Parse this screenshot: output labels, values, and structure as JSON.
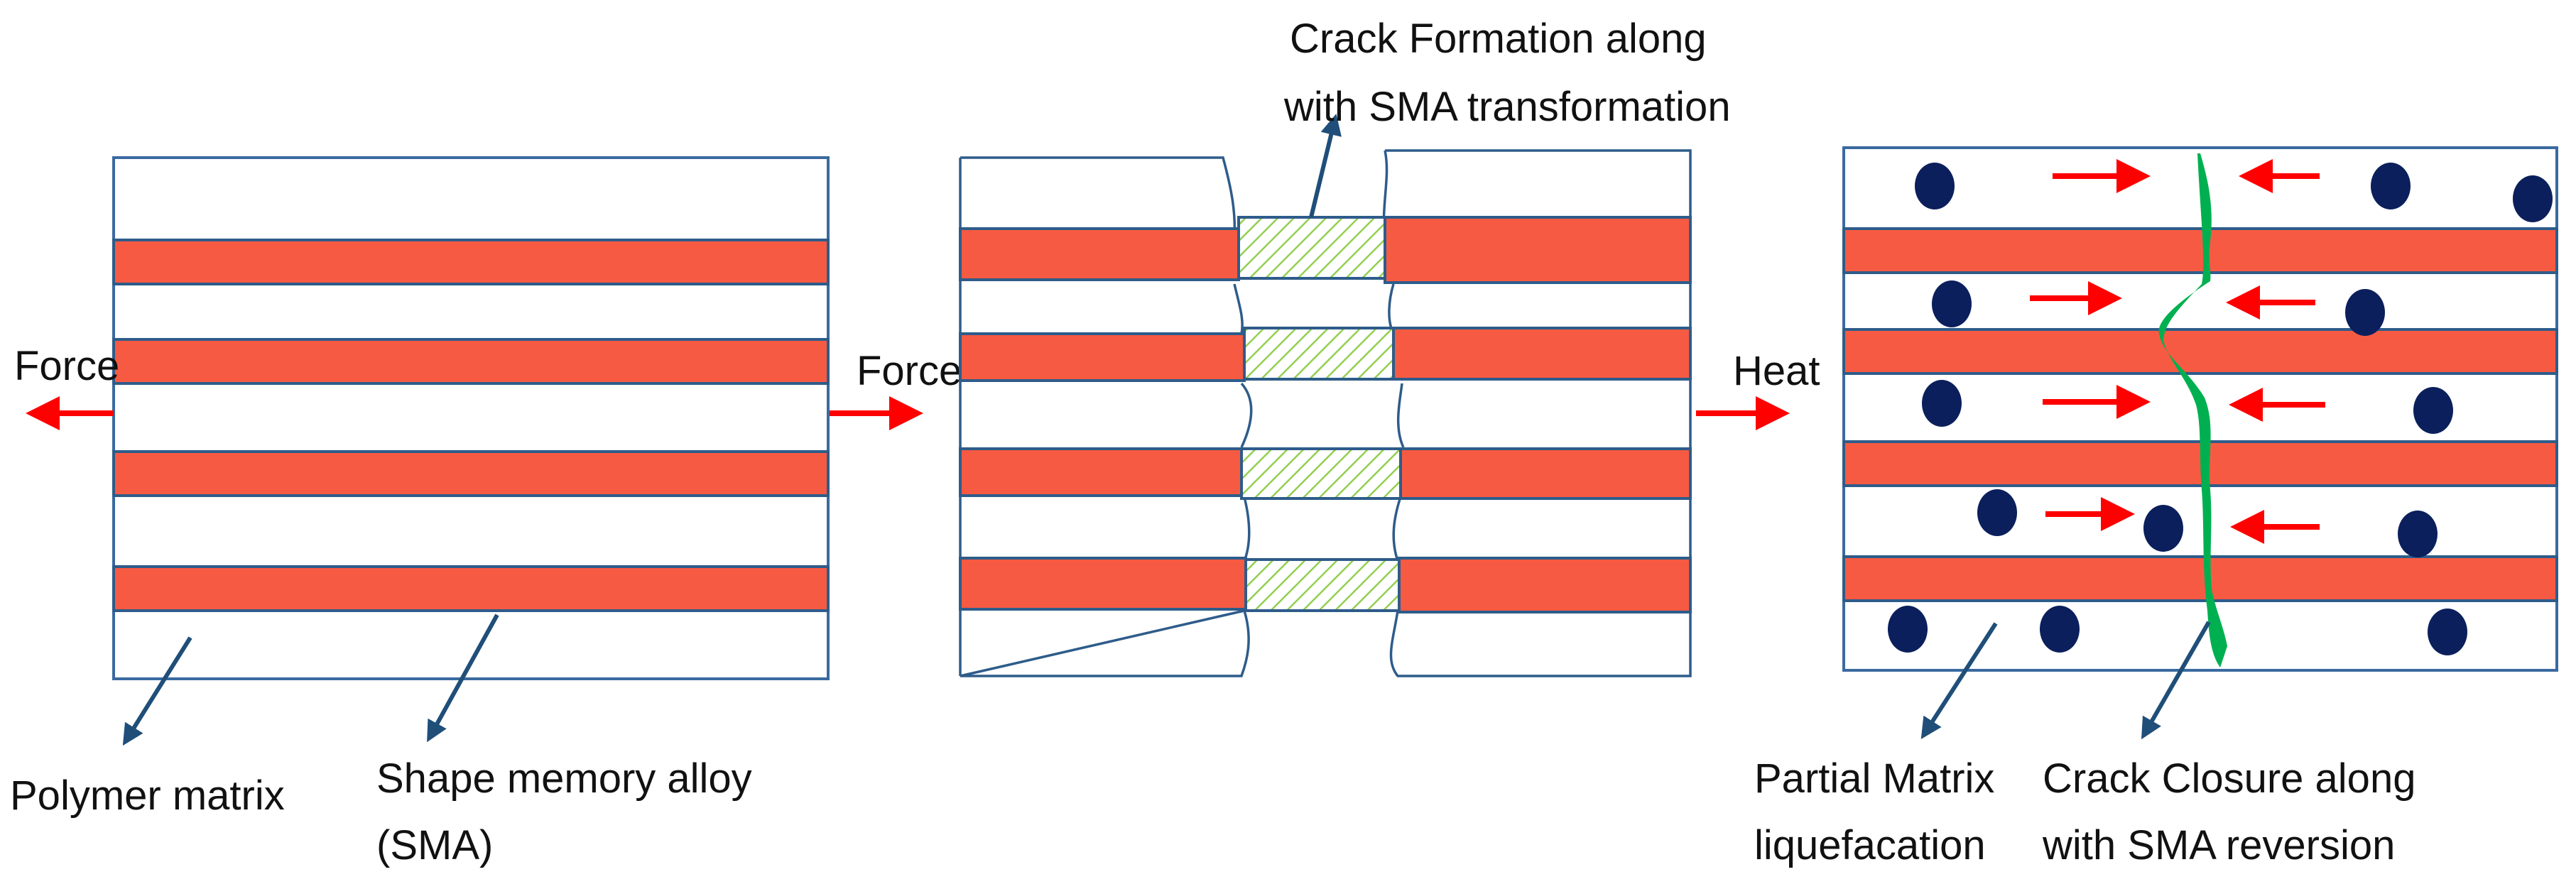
{
  "diagram": {
    "panel1": {
      "force_label": "Force",
      "polymer_label": "Polymer matrix",
      "sma_label_line1": "Shape memory alloy",
      "sma_label_line2": "(SMA)"
    },
    "panel2": {
      "force_label": "Force",
      "crack_label_line1": "Crack Formation along",
      "crack_label_line2": "with SMA transformation"
    },
    "panel3": {
      "heat_label": "Heat",
      "liquefaction_label_line1": "Partial Matrix",
      "liquefaction_label_line2": "liquefacation",
      "closure_label_line1": "Crack Closure along",
      "closure_label_line2": "with SMA reversion"
    },
    "colors": {
      "sma_strip": "#f75a42",
      "matrix_border": "#3a6aa0",
      "arrow_red": "#ff0000",
      "pointer_blue": "#1f4e79",
      "healing_agent_green": "#00b050",
      "particle_navy": "#0b1f5c",
      "hatch_green": "#92d050"
    }
  }
}
